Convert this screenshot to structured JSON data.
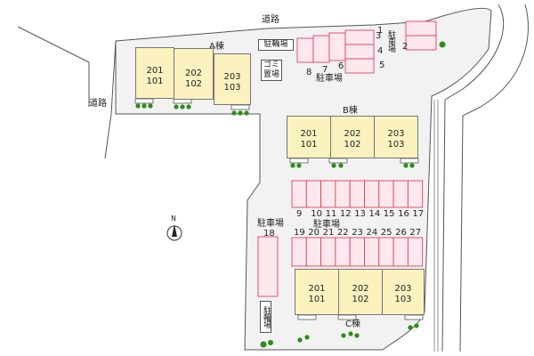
{
  "roads": {
    "top": "道路",
    "left": "道路"
  },
  "buildings": {
    "a": {
      "name": "A棟",
      "units": [
        {
          "top": "201",
          "bottom": "101"
        },
        {
          "top": "202",
          "bottom": "102"
        },
        {
          "top": "203",
          "bottom": "103"
        }
      ]
    },
    "b": {
      "name": "B棟",
      "units": [
        {
          "top": "201",
          "bottom": "101"
        },
        {
          "top": "202",
          "bottom": "102"
        },
        {
          "top": "203",
          "bottom": "103"
        }
      ]
    },
    "c": {
      "name": "C棟",
      "units": [
        {
          "top": "201",
          "bottom": "101"
        },
        {
          "top": "202",
          "bottom": "102"
        },
        {
          "top": "203",
          "bottom": "103"
        }
      ]
    }
  },
  "labels": {
    "bicycle_parking": "駐輪場",
    "garbage": "ゴミ置場",
    "parking": "駐車場",
    "north": "N"
  },
  "parking_numbers": {
    "top_right": [
      "1",
      "2",
      "3",
      "4",
      "5"
    ],
    "top_row": [
      "6",
      "7",
      "8"
    ],
    "middle_row": [
      "9",
      "10",
      "11",
      "12",
      "13",
      "14",
      "15",
      "16",
      "17"
    ],
    "single": "18",
    "lower_row": [
      "19",
      "20",
      "21",
      "22",
      "23",
      "24",
      "25",
      "26",
      "27"
    ]
  },
  "colors": {
    "building_fill": "#fbf2c0",
    "parking_fill": "#fde8ee",
    "parking_stroke": "#e0405a",
    "tree": "#2e8b1e",
    "ground": "#f2f2f2"
  }
}
